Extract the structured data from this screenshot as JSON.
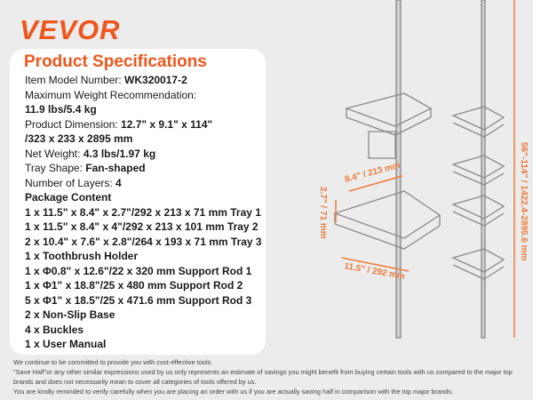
{
  "brand": "VEVOR",
  "colors": {
    "accent": "#f0561c",
    "dim": "#f07a3a"
  },
  "title": "Product Specifications",
  "specs": [
    {
      "label": "Item Model Number: ",
      "value": "WK320017-2"
    },
    {
      "label": "Maximum Weight Recommendation:",
      "value": ""
    },
    {
      "label": "",
      "value": "11.9 lbs/5.4 kg"
    },
    {
      "label": "Product Dimension: ",
      "value": "12.7\" x 9.1\" x 114\""
    },
    {
      "label": "",
      "value": "/323 x 233 x 2895 mm"
    },
    {
      "label": "Net Weight: ",
      "value": "4.3 lbs/1.97 kg"
    },
    {
      "label": "Tray Shape: ",
      "value": "Fan-shaped"
    },
    {
      "label": "Number of Layers: ",
      "value": "4"
    },
    {
      "label": "",
      "value": "Package Content"
    },
    {
      "label": "",
      "value": "1 x 11.5\" x 8.4\" x 2.7\"/292 x 213 x 71 mm Tray 1"
    },
    {
      "label": "",
      "value": "1 x 11.5\" x 8.4\" x 4\"/292 x 213 x 101 mm Tray 2"
    },
    {
      "label": "",
      "value": "2 x 10.4\" x 7.6\" x 2.8\"/264 x 193 x 71 mm Tray 3"
    },
    {
      "label": "",
      "value": "1 x Toothbrush Holder"
    },
    {
      "label": "",
      "value": "1 x Φ0.8\" x 12.6\"/22 x 320 mm Support Rod 1"
    },
    {
      "label": "",
      "value": "1 x Φ1\" x 18.8\"/25 x 480 mm Support Rod 2"
    },
    {
      "label": "",
      "value": "5 x Φ1\" x 18.5\"/25 x 471.6 mm Support Rod 3"
    },
    {
      "label": "",
      "value": "2 x Non-Slip Base"
    },
    {
      "label": "",
      "value": "4 x Buckles"
    },
    {
      "label": "",
      "value": "1 x User Manual"
    }
  ],
  "dimensions": {
    "width": "8.4\" / 213 mm",
    "height": "2.7\" / 71 mm",
    "length": "11.5\" / 292 mm",
    "total": "56\"-114\" / 1422.4-2895.6 mm"
  },
  "footer": [
    "We continue to be committed to provide you with cost-effective tools.",
    "\"Save Half\"or any other similar expressions used by us only represents an estimate of savings you might benefit from buying certain tools with us compared to the major top brands and does not necessarily mean to cover all categories of tools offered by us.",
    "You are kindly reminded to verify carefully when you are placing an order with us if you are actually saving half in comparison with the top major brands."
  ]
}
